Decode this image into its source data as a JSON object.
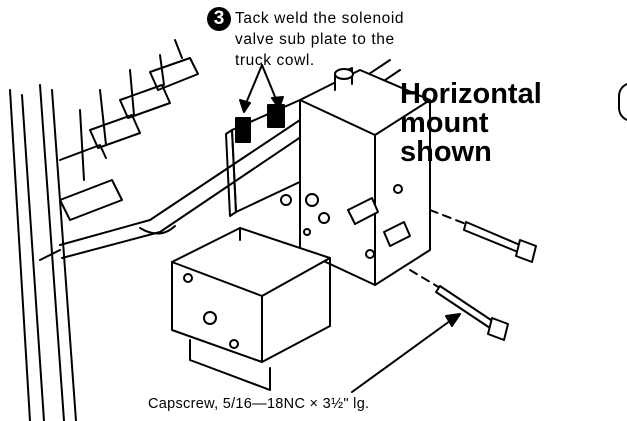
{
  "step": {
    "number": "3",
    "lines": [
      "Tack weld the solenoid",
      "valve sub plate to the",
      "truck cowl."
    ]
  },
  "headline": {
    "lines": [
      "Horizontal",
      "mount",
      "shown"
    ]
  },
  "caption": "Capscrew, 5/16—18NC × 3½\" lg."
}
